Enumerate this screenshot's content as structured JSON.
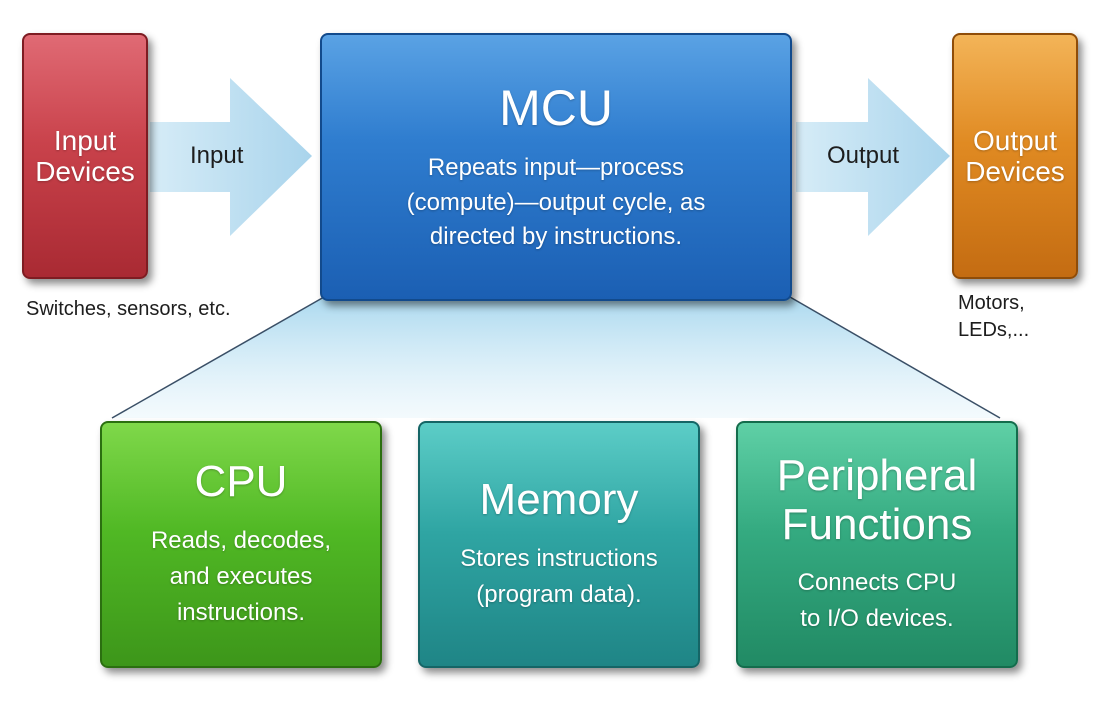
{
  "input_devices": {
    "line1": "Input",
    "line2": "Devices",
    "caption": "Switches, sensors, etc."
  },
  "input_arrow": {
    "label": "Input"
  },
  "mcu": {
    "title": "MCU",
    "desc_line1": "Repeats input—process",
    "desc_line2": "(compute)—output cycle, as",
    "desc_line3": "directed by instructions."
  },
  "output_arrow": {
    "label": "Output"
  },
  "output_devices": {
    "line1": "Output",
    "line2": "Devices",
    "caption_line1": "Motors,",
    "caption_line2": "LEDs,..."
  },
  "cpu": {
    "title": "CPU",
    "desc_line1": "Reads, decodes,",
    "desc_line2": "and executes",
    "desc_line3": "instructions."
  },
  "memory": {
    "title": "Memory",
    "desc_line1": "Stores instructions",
    "desc_line2": "(program data)."
  },
  "peripheral": {
    "title_line1": "Peripheral",
    "title_line2": "Functions",
    "desc_line1": "Connects CPU",
    "desc_line2": "to I/O devices."
  },
  "colors": {
    "input": "#c9424b",
    "output": "#e08a22",
    "mcu": "#2f7dcf",
    "cpu": "#50b824",
    "memory": "#2fa5a3",
    "peripheral": "#34aa80",
    "arrow": "#b9dcef"
  }
}
